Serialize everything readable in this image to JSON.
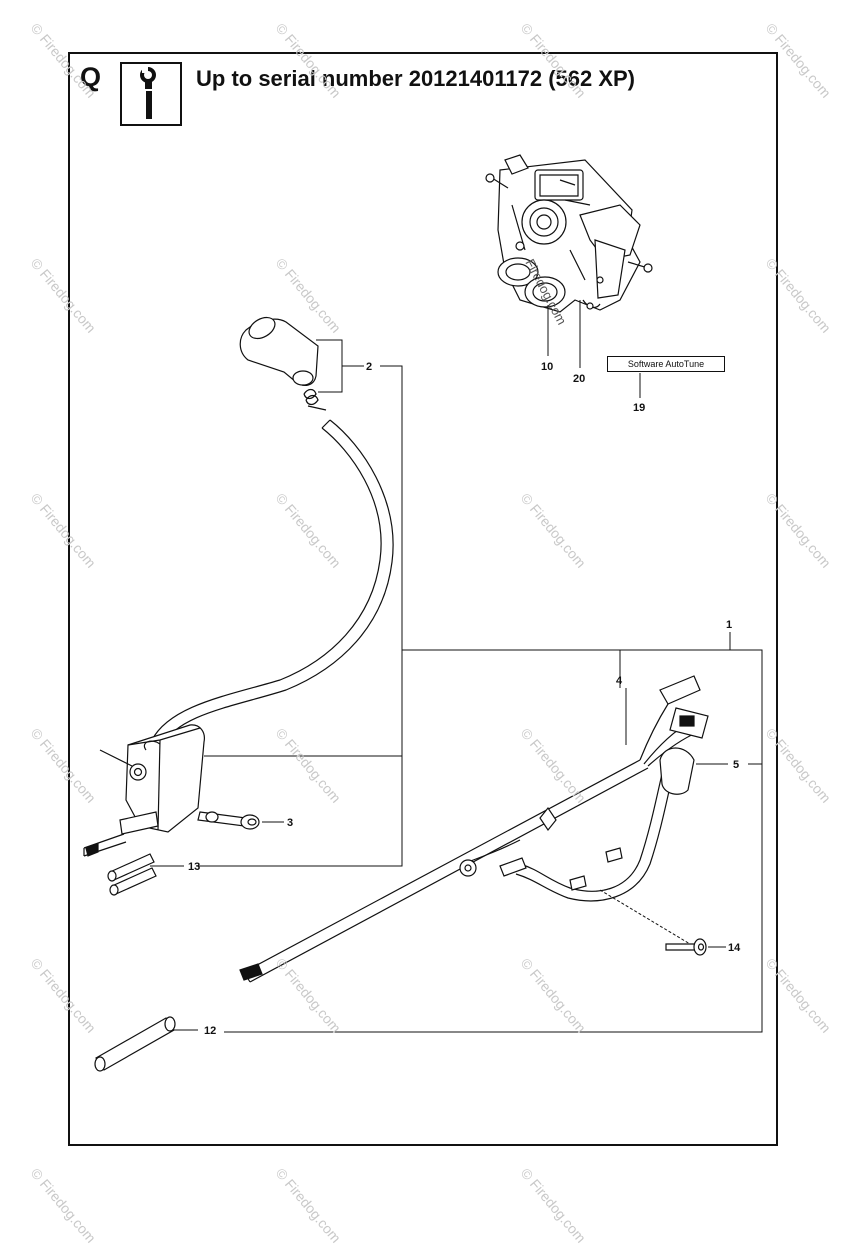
{
  "header": {
    "section_letter": "Q",
    "title": "Up to serial number 20121401172 (562 XP)"
  },
  "icons": {
    "info": "info-wrench-icon"
  },
  "labels": {
    "software_autotune": "Software AutoTune",
    "carb_watermark": "Firedog.com"
  },
  "callouts": {
    "c1": "1",
    "c2": "2",
    "c3": "3",
    "c4": "4",
    "c5": "5",
    "c10": "10",
    "c12": "12",
    "c13": "13",
    "c14": "14",
    "c19": "19",
    "c20": "20"
  },
  "watermark": {
    "text": "© Firedog.com"
  }
}
